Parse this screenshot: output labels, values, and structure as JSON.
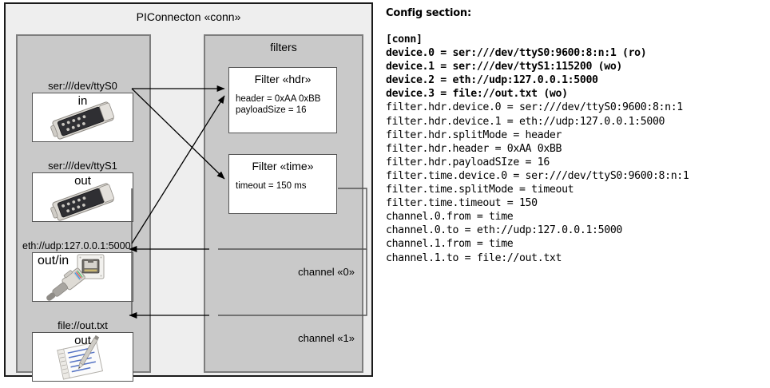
{
  "diagram": {
    "title": "PIConnecton «conn»",
    "devices_panel": {
      "name": "devices-panel",
      "nodes": [
        {
          "label": "ser:///dev/ttyS0",
          "direction": "in",
          "icon": "serial-port-icon"
        },
        {
          "label": "ser:///dev/ttyS1",
          "direction": "out",
          "icon": "serial-port-icon"
        },
        {
          "label": "eth://udp:127.0.0.1:5000",
          "direction": "out/in",
          "icon": "ethernet-jack-icon"
        },
        {
          "label": "file://out.txt",
          "direction": "out",
          "icon": "text-file-icon"
        }
      ]
    },
    "filters_panel": {
      "title": "filters",
      "filters": [
        {
          "title": "Filter «hdr»",
          "props": [
            "header = 0xAA 0xBB",
            "payloadSize = 16"
          ]
        },
        {
          "title": "Filter «time»",
          "props": [
            "timeout = 150 ms"
          ]
        }
      ],
      "channels": [
        {
          "label": "channel «0»"
        },
        {
          "label": "channel «1»"
        }
      ]
    },
    "colors": {
      "frame_fill": "#eeeeee",
      "frame_border": "#1a1a1a",
      "panel_fill": "#c9c9c9",
      "panel_border": "#7d7d7d",
      "node_fill": "#ffffff",
      "node_border": "#555555",
      "arrow": "#000000"
    }
  },
  "config": {
    "heading": "Config section:",
    "lines": [
      {
        "text": "[conn]",
        "bold": true
      },
      {
        "text": "device.0 = ser:///dev/ttyS0:9600:8:n:1 (ro)",
        "bold": true
      },
      {
        "text": "device.1 = ser:///dev/ttyS1:115200 (wo)",
        "bold": true
      },
      {
        "text": "device.2 = eth://udp:127.0.0.1:5000",
        "bold": true
      },
      {
        "text": "device.3 = file://out.txt (wo)",
        "bold": true
      },
      {
        "text": "filter.hdr.device.0 = ser:///dev/ttyS0:9600:8:n:1",
        "bold": false
      },
      {
        "text": "filter.hdr.device.1 = eth://udp:127.0.0.1:5000",
        "bold": false
      },
      {
        "text": "filter.hdr.splitMode = header",
        "bold": false
      },
      {
        "text": "filter.hdr.header = 0xAA 0xBB",
        "bold": false
      },
      {
        "text": "filter.hdr.payloadSIze = 16",
        "bold": false
      },
      {
        "text": "filter.time.device.0 = ser:///dev/ttyS0:9600:8:n:1",
        "bold": false
      },
      {
        "text": "filter.time.splitMode = timeout",
        "bold": false
      },
      {
        "text": "filter.time.timeout = 150",
        "bold": false
      },
      {
        "text": "channel.0.from = time",
        "bold": false
      },
      {
        "text": "channel.0.to = eth://udp:127.0.0.1:5000",
        "bold": false
      },
      {
        "text": "channel.1.from = time",
        "bold": false
      },
      {
        "text": "channel.1.to = file://out.txt",
        "bold": false
      }
    ]
  }
}
